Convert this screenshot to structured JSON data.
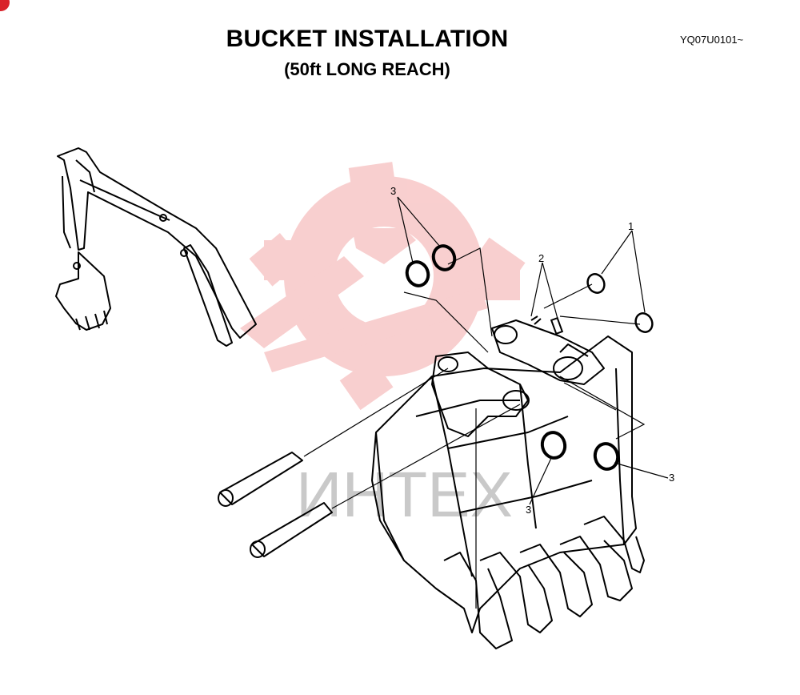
{
  "title": "BUCKET INSTALLATION",
  "subtitle": "(50ft LONG REACH)",
  "drawing_code": "YQ07U0101~",
  "watermark": {
    "text": "ИНТЕХ",
    "color": "#f4b6b6"
  },
  "callouts": {
    "c1": "1",
    "c2": "2",
    "c3a": "3",
    "c3b": "3",
    "c3c": "3"
  },
  "accent_color": "#d9222a"
}
